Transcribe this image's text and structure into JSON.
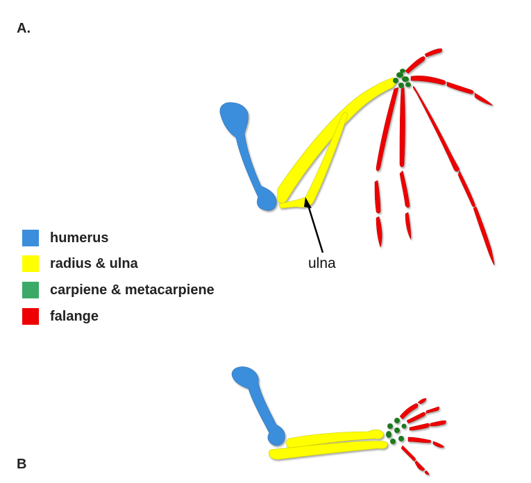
{
  "panels": {
    "a": "A.",
    "b": "B"
  },
  "annotation": {
    "ulna": "ulna"
  },
  "legend": [
    {
      "label": "humerus",
      "color": "#3b8edb"
    },
    {
      "label": "radius & ulna",
      "color": "#ffff00"
    },
    {
      "label": "carpiene & metacarpiene",
      "color": "#3aaa66"
    },
    {
      "label": "falange",
      "color": "#ee0000"
    }
  ],
  "colors": {
    "humerus": "#3b8edb",
    "radius_ulna": "#ffff00",
    "carpals": "#1f7a1f",
    "phalanges": "#ee0000",
    "arrow": "#000000"
  }
}
